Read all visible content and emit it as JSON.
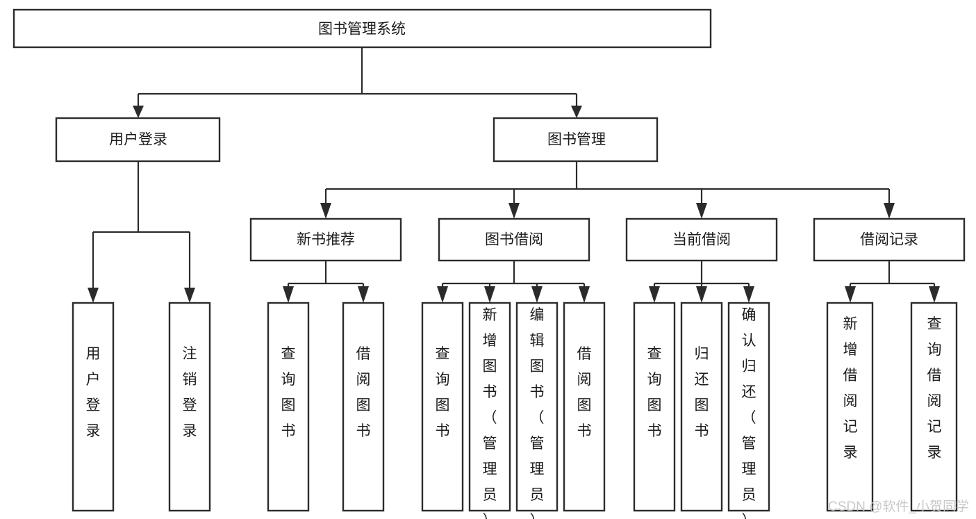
{
  "diagram": {
    "title": "图书管理系统",
    "type": "tree-hierarchy",
    "levels": 4,
    "colors": {
      "box_stroke": "#2b2b2b",
      "box_fill": "#ffffff",
      "connector": "#2b2b2b",
      "text": "#1b1b1b",
      "watermark": "#c8c8c8",
      "background": "#ffffff"
    },
    "root": {
      "label": "图书管理系统",
      "orientation": "horizontal"
    },
    "level2": [
      {
        "label": "用户登录",
        "orientation": "horizontal"
      },
      {
        "label": "图书管理",
        "orientation": "horizontal"
      }
    ],
    "level3": [
      {
        "label": "新书推荐",
        "orientation": "horizontal"
      },
      {
        "label": "图书借阅",
        "orientation": "horizontal"
      },
      {
        "label": "当前借阅",
        "orientation": "horizontal"
      },
      {
        "label": "借阅记录",
        "orientation": "horizontal"
      }
    ],
    "leaves": {
      "user_login": [
        {
          "label": "用户登录",
          "orientation": "vertical"
        },
        {
          "label": "注销登录",
          "orientation": "vertical"
        }
      ],
      "new_book_recommend": [
        {
          "label": "查询图书",
          "orientation": "vertical"
        },
        {
          "label": "借阅图书",
          "orientation": "vertical"
        }
      ],
      "book_borrow": [
        {
          "label": "查询图书",
          "orientation": "vertical"
        },
        {
          "label": "新增图书（管理员）",
          "orientation": "vertical"
        },
        {
          "label": "编辑图书（管理员）",
          "orientation": "vertical"
        },
        {
          "label": "借阅图书",
          "orientation": "vertical"
        }
      ],
      "current_borrow": [
        {
          "label": "查询图书",
          "orientation": "vertical"
        },
        {
          "label": "归还图书",
          "orientation": "vertical"
        },
        {
          "label": "确认归还（管理员）",
          "orientation": "vertical"
        }
      ],
      "borrow_record": [
        {
          "label": "新增借阅记录",
          "orientation": "vertical"
        },
        {
          "label": "查询借阅记录",
          "orientation": "vertical"
        }
      ]
    }
  },
  "watermark": {
    "text": "CSDN @软件_小贺同学"
  }
}
